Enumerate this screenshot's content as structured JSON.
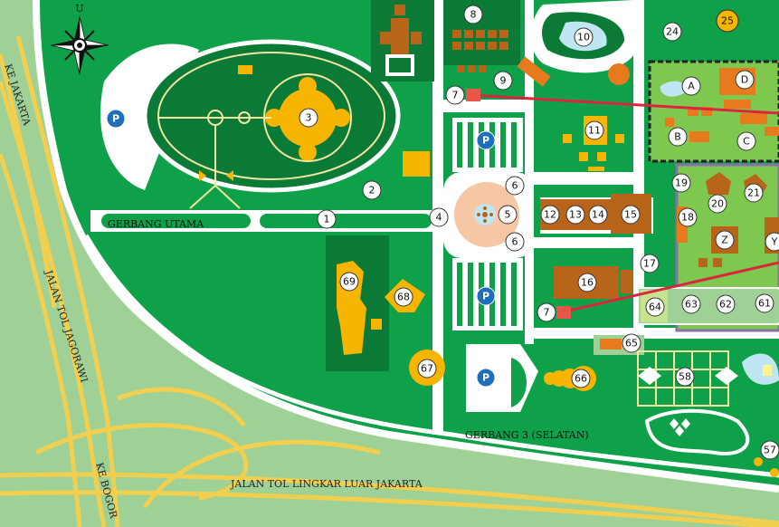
{
  "compass": {
    "north_letter": "U"
  },
  "parking_label": "P",
  "labels": {
    "main_gate": "GERBANG UTAMA",
    "south_gate": "GERBANG 3 (SELATAN)",
    "outer_ring_toll": "JALAN TOL LINGKAR LUAR JAKARTA",
    "jagorawi_toll": "JALAN TOL JAGORAWI",
    "to_bogor": "KE BOGOR",
    "to_jakarta": "KE JAKARTA"
  },
  "markers": {
    "m1": "1",
    "m2": "2",
    "m3": "3",
    "m4": "4",
    "m5": "5",
    "m6a": "6",
    "m6b": "6",
    "m7a": "7",
    "m7b": "7",
    "m8": "8",
    "m9": "9",
    "m10": "10",
    "m11": "11",
    "m12": "12",
    "m13": "13",
    "m14": "14",
    "m15": "15",
    "m16": "16",
    "m17": "17",
    "m18": "18",
    "m19": "19",
    "m20": "20",
    "m21": "21",
    "m24": "24",
    "m25": "25",
    "m57": "57",
    "m58": "58",
    "m61": "61",
    "m62": "62",
    "m63": "63",
    "m64": "64",
    "m65": "65",
    "m66": "66",
    "m67": "67",
    "m68": "68",
    "m69": "69",
    "mA": "A",
    "mB": "B",
    "mC": "C",
    "mD": "D",
    "mY": "Y",
    "mZ": "Z"
  },
  "colors": {
    "park_green": "#0fa04a",
    "dark_green": "#0a7a36",
    "light_green": "#9fd196",
    "lime": "#7ec850",
    "road": "#ffffff",
    "highway": "#f2cf4f",
    "building_yellow": "#f7b500",
    "building_brown": "#b8651a",
    "building_orange": "#e87a1e",
    "cable_car": "#d9263d",
    "water": "#bfe6f2"
  }
}
